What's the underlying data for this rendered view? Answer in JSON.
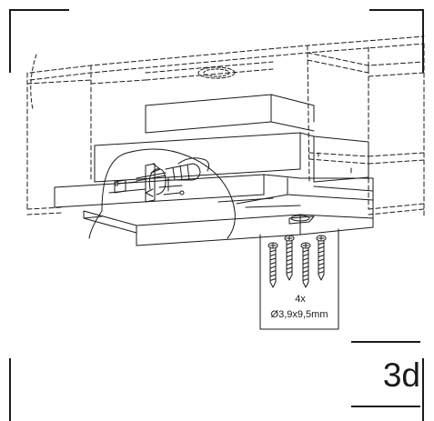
{
  "step": {
    "label": "3d"
  },
  "screw_callout": {
    "quantity": "4x",
    "dimension": "Ø3,9x9,5mm",
    "screw_count": 4
  },
  "colors": {
    "line": "#1a1a1a",
    "background": "#ffffff"
  }
}
